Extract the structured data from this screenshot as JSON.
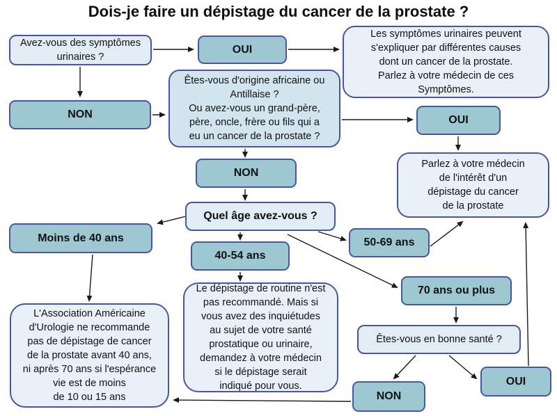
{
  "title": "Dois-je faire un dépistage du cancer de la prostate ?",
  "colors": {
    "node_border": "#47569e",
    "teal_fill": "#9dc8d2",
    "light_fill": "#e2ecf5",
    "info_fill": "#e9f0f8",
    "arrow": "#1a1a1a"
  },
  "nodes": {
    "q_symptomes": {
      "label": "Avez-vous des symptômes\nurinaires ?"
    },
    "oui_1": {
      "label": "OUI"
    },
    "info_symptomes": {
      "label": "Les symptômes urinaires peuvent\ns'expliquer par différentes causes\ndont un cancer de la prostate.\nParlez à votre médecin de ces\nSymptômes."
    },
    "non_1": {
      "label": "NON"
    },
    "q_origine": {
      "label": "Êtes-vous d'origine africaine ou\nAntillaise ?\nOu avez-vous un grand-père,\npère, oncle, frère ou fils qui a\neu un cancer de la prostate ?"
    },
    "oui_2": {
      "label": "OUI"
    },
    "info_parlez": {
      "label": "Parlez à votre médecin\nde l'intérêt d'un\ndépistage  du cancer\nde la prostate"
    },
    "non_2": {
      "label": "NON"
    },
    "q_age": {
      "label": "Quel âge avez-vous ?"
    },
    "moins_40": {
      "label": "Moins de 40 ans"
    },
    "age_40_54": {
      "label": "40-54 ans"
    },
    "age_50_69": {
      "label": "50-69 ans"
    },
    "age_70_plus": {
      "label": "70 ans ou plus"
    },
    "info_association": {
      "label": "L'Association Américaine\nd'Urologie ne recommande\npas de dépistage de cancer\nde la prostate avant 40 ans,\nni après 70 ans  si l'espérance\nvie est de moins\nde 10 ou 15 ans"
    },
    "info_routine": {
      "label": "Le dépistage de routine n'est\npas recommandé. Mais si\nvous avez des inquiétudes\nau sujet de votre santé\nprostatique ou urinaire,\ndemandez à votre médecin\nsi le dépistage serait\nindiqué pour vous."
    },
    "q_sante": {
      "label": "Êtes-vous en bonne santé ?"
    },
    "non_3": {
      "label": "NON"
    },
    "oui_3": {
      "label": "OUI"
    }
  }
}
